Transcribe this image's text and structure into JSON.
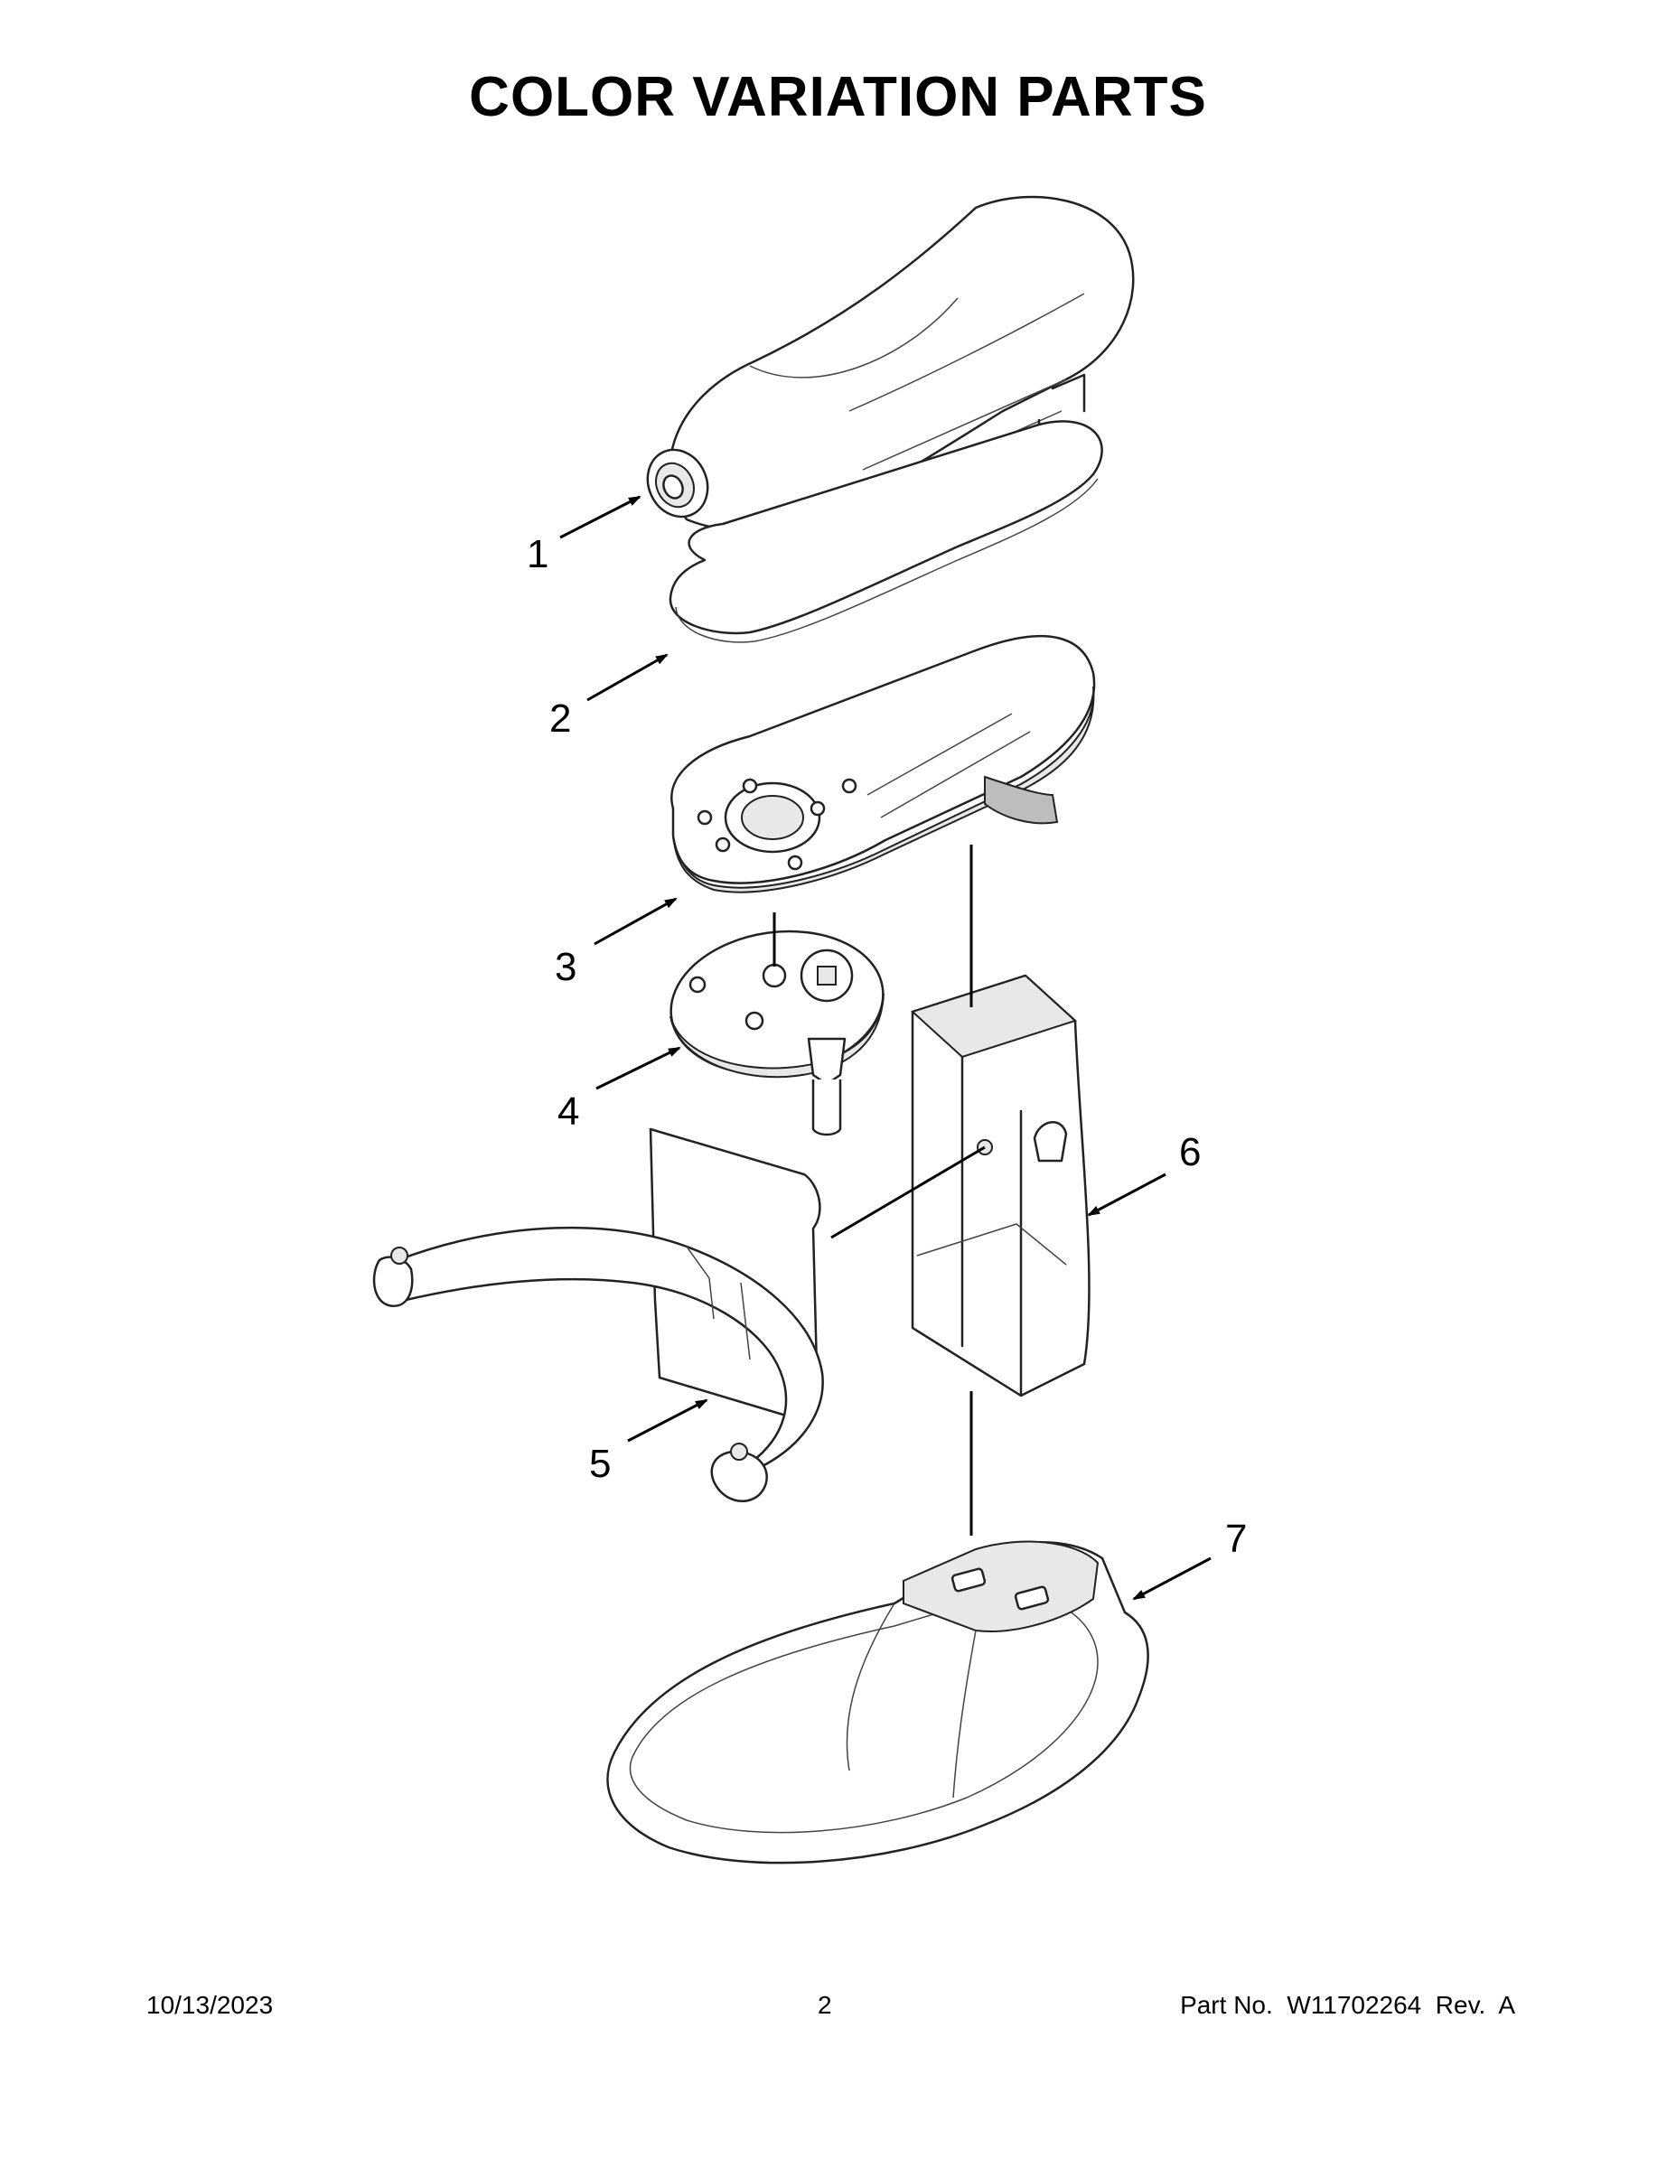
{
  "title": "COLOR VARIATION PARTS",
  "callouts": [
    "1",
    "2",
    "3",
    "4",
    "5",
    "6",
    "7"
  ],
  "footer": {
    "date": "10/13/2023",
    "page": "2",
    "part_label": "Part No.  W11702264  Rev.  A"
  }
}
